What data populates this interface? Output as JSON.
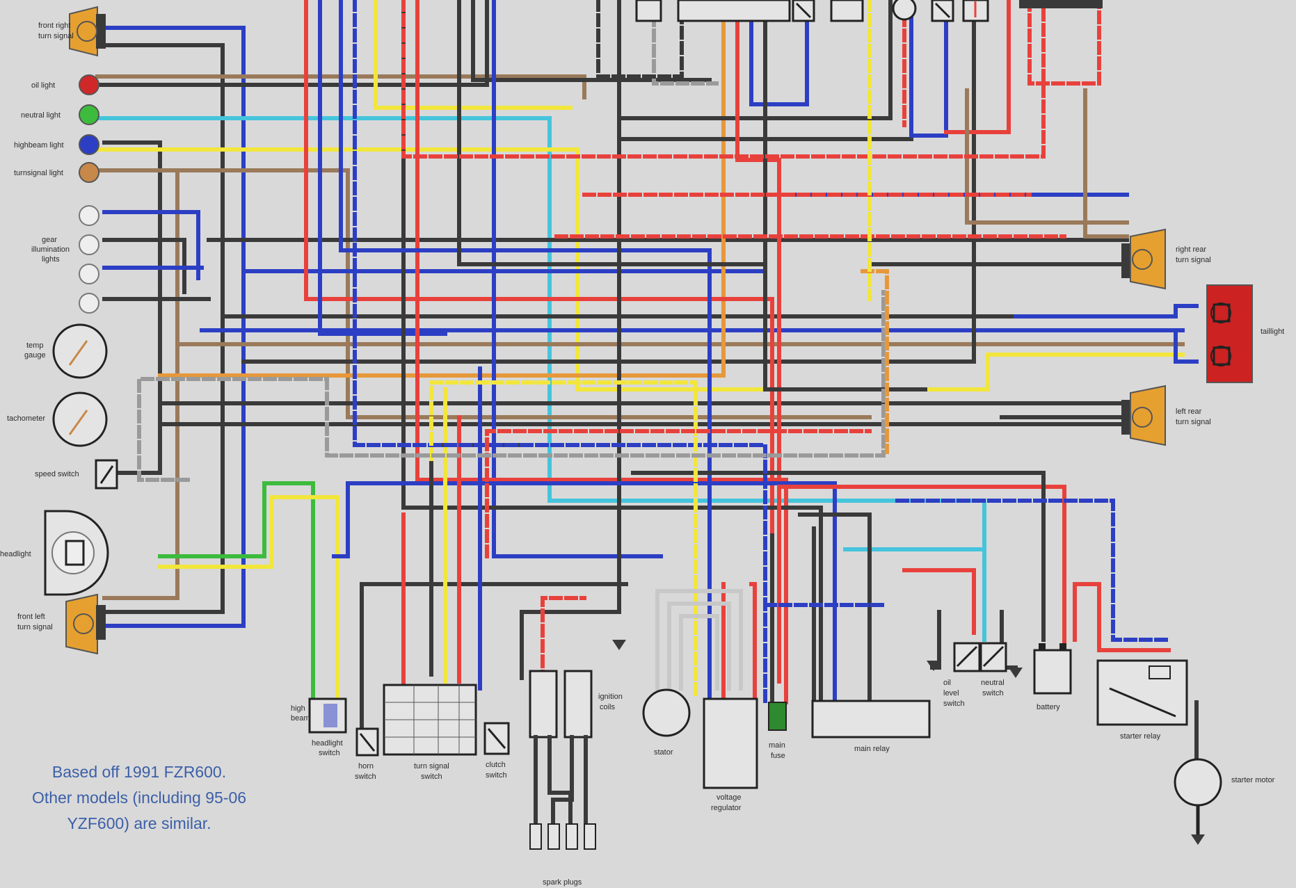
{
  "note": {
    "line1": "Based off 1991 FZR600.",
    "line2": "Other models (including 95-06",
    "line3": "YZF600) are similar."
  },
  "wire_colors": {
    "black": "#3a3a3a",
    "red": "#e8413c",
    "blue": "#2c3fc4",
    "yellow": "#f2e63c",
    "green": "#3dbb3d",
    "cyan": "#45c4dc",
    "brown": "#9a7a5a",
    "orange": "#e6983a",
    "white": "#f2f2f2",
    "gray": "#9a9a9a"
  },
  "component_colors": {
    "turn_signal": "#e6a030",
    "taillight": "#cc2222",
    "oil_light": "#d02828",
    "neutral_light": "#3dbb3d",
    "highbeam_light": "#2c3fc4",
    "turnsignal_light": "#c8884a",
    "main_fuse": "#2e8a2e"
  },
  "labels": {
    "front_right_turn": [
      "front right",
      "turn signal"
    ],
    "oil_light": "oil light",
    "neutral_light": "neutral light",
    "highbeam_light": "highbeam light",
    "turnsignal_light": "turnsignal light",
    "gear_lights": [
      "gear",
      "illumination",
      "lights"
    ],
    "temp_gauge": [
      "temp",
      "gauge"
    ],
    "tachometer": "tachometer",
    "speed_switch": "speed switch",
    "headlight": "headlight",
    "front_left_turn": [
      "front left",
      "turn signal"
    ],
    "right_rear_turn": [
      "right rear",
      "turn signal"
    ],
    "taillight": "taillight",
    "left_rear_turn": [
      "left rear",
      "turn signal"
    ],
    "high_beam": [
      "high",
      "beam"
    ],
    "headlight_switch": [
      "headlight",
      "switch"
    ],
    "horn_switch": [
      "horn",
      "switch"
    ],
    "turn_signal_switch": [
      "turn signal",
      "switch"
    ],
    "clutch_switch": [
      "clutch",
      "switch"
    ],
    "ignition_coils": [
      "ignition",
      "coils"
    ],
    "spark_plugs": "spark plugs",
    "stator": "stator",
    "voltage_regulator": [
      "voltage",
      "regulator"
    ],
    "main_fuse": [
      "main",
      "fuse"
    ],
    "main_relay": "main relay",
    "oil_level_switch": [
      "oil",
      "level",
      "switch"
    ],
    "neutral_switch": [
      "neutral",
      "switch"
    ],
    "battery": "battery",
    "starter_relay": "starter relay",
    "starter_motor": "starter motor"
  }
}
